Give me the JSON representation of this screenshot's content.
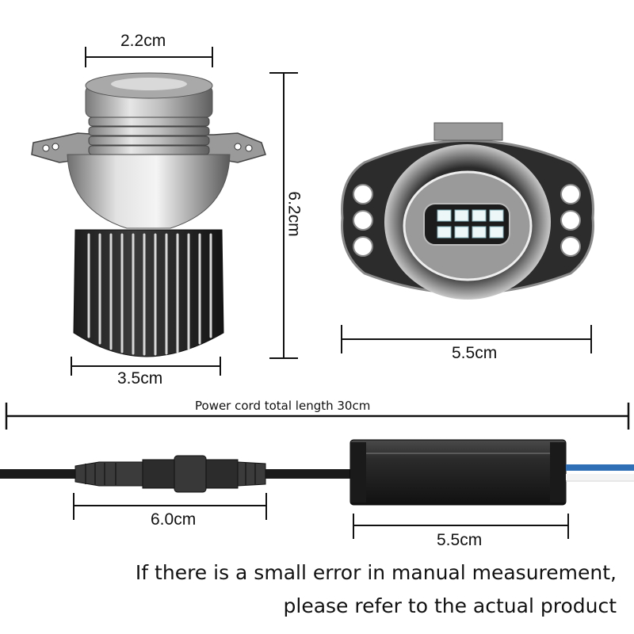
{
  "dimensions": {
    "top_width": "2.2cm",
    "height": "6.2cm",
    "base_width": "3.5cm",
    "front_width": "5.5cm",
    "connector_length": "6.0cm",
    "driver_length": "5.5cm"
  },
  "cord_label": "Power cord total length 30cm",
  "note": {
    "line1": "If there is a small error in manual measurement,",
    "line2": "please refer to the actual product"
  }
}
